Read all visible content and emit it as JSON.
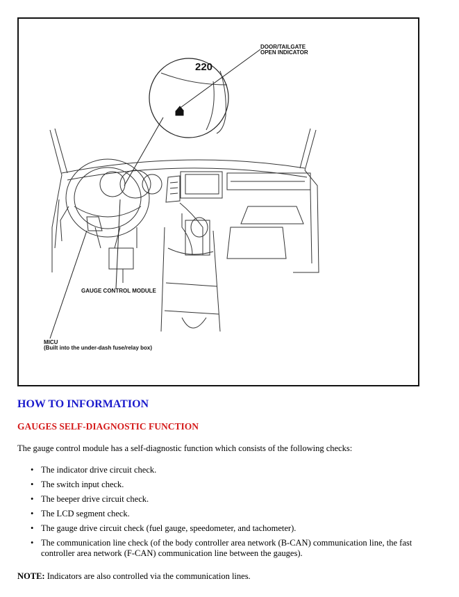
{
  "figure": {
    "callouts": {
      "door_indicator": "DOOR/TAILGATE\nOPEN INDICATOR",
      "gauge_module": "GAUGE CONTROL MODULE",
      "micu": "MICU\n(Built into the under-dash fuse/relay box)"
    },
    "zoom_readout": "220"
  },
  "section_heading": "HOW TO INFORMATION",
  "subsection_heading": "GAUGES SELF-DIAGNOSTIC FUNCTION",
  "intro": "The gauge control module has a self-diagnostic function which consists of the following checks:",
  "bullet_glyph": "•",
  "checks": [
    "The indicator drive circuit check.",
    "The switch input check.",
    "The beeper drive circuit check.",
    "The LCD segment check.",
    "The gauge drive circuit check (fuel gauge, speedometer, and tachometer).",
    "The communication line check (of the body controller area network (B-CAN) communication line, the fast controller area network (F-CAN) communication line between the gauges)."
  ],
  "note": {
    "label": "NOTE:",
    "text": " Indicators are also controlled via the communication lines."
  },
  "colors": {
    "section_heading": "#1a1acc",
    "subsection_heading": "#d41a1a"
  }
}
